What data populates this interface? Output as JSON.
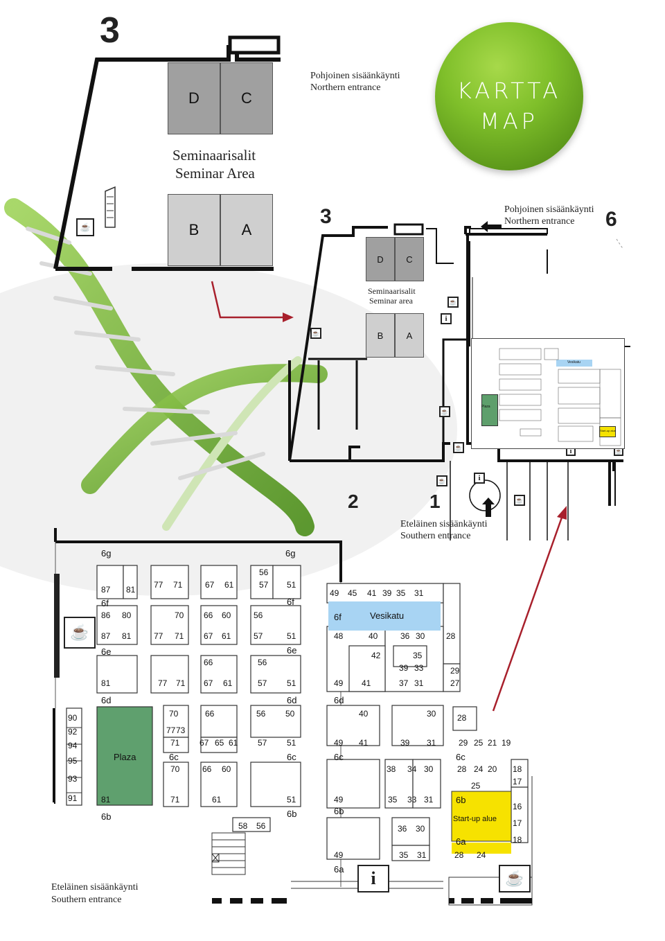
{
  "badge": {
    "line1": "KARTTA",
    "line2": "MAP"
  },
  "top_view": {
    "section_number": "3",
    "north_entrance_fi": "Pohjoinen sisäänkäynti",
    "north_entrance_en": "Northern entrance",
    "rooms": {
      "d": "D",
      "c": "C",
      "b": "B",
      "a": "A"
    },
    "seminar_fi": "Seminaarisalit",
    "seminar_en": "Seminar Area"
  },
  "overview": {
    "section_3": "3",
    "section_6": "6",
    "section_2": "2",
    "section_1": "1",
    "north_entrance_fi": "Pohjoinen sisäänkäynti",
    "north_entrance_en": "Northern entrance",
    "south_entrance_fi": "Eteläinen sisäänkäynti",
    "south_entrance_en": "Southern entrance",
    "rooms": {
      "d": "D",
      "c": "C",
      "b": "B",
      "a": "A"
    },
    "seminar_fi": "Seminaarisalit",
    "seminar_en": "Seminar area",
    "plaza": "Plaza",
    "vesikatu": "Vesikatu",
    "startup": "Start-up alue"
  },
  "detail": {
    "south_entrance_fi": "Eteläinen sisäänkäynti",
    "south_entrance_en": "Southern entrance",
    "plaza": "Plaza",
    "vesikatu": "Vesikatu",
    "startup": "Start-up alue",
    "aisles": [
      {
        "id": "6g",
        "label": "6g"
      },
      {
        "id": "6g-r",
        "label": "6g"
      },
      {
        "id": "6f",
        "label": "6f"
      },
      {
        "id": "6f-r",
        "label": "6f"
      },
      {
        "id": "6f-b",
        "label": "6f"
      },
      {
        "id": "6e",
        "label": "6e"
      },
      {
        "id": "6e-r",
        "label": "6e"
      },
      {
        "id": "6d",
        "label": "6d"
      },
      {
        "id": "6d-r",
        "label": "6d"
      },
      {
        "id": "6d-b",
        "label": "6d"
      },
      {
        "id": "6c",
        "label": "6c"
      },
      {
        "id": "6c-r",
        "label": "6c"
      },
      {
        "id": "6c-b",
        "label": "6c"
      },
      {
        "id": "6c-c",
        "label": "6c"
      },
      {
        "id": "6b",
        "label": "6b"
      },
      {
        "id": "6b-r",
        "label": "6b"
      },
      {
        "id": "6b-b",
        "label": "6b"
      },
      {
        "id": "6b-c",
        "label": "6b"
      },
      {
        "id": "6a",
        "label": "6a"
      },
      {
        "id": "6a-c",
        "label": "6a"
      }
    ],
    "booths": [
      "87",
      "81",
      "77",
      "71",
      "67",
      "61",
      "56",
      "57",
      "51",
      "86",
      "80",
      "70",
      "66",
      "60",
      "56",
      "87",
      "81",
      "77",
      "71",
      "67",
      "61",
      "57",
      "51",
      "66",
      "56",
      "81",
      "77",
      "71",
      "67",
      "61",
      "57",
      "51",
      "49",
      "45",
      "41",
      "39",
      "35",
      "31",
      "48",
      "40",
      "36",
      "30",
      "28",
      "42",
      "35",
      "39",
      "33",
      "29",
      "49",
      "41",
      "37",
      "31",
      "27",
      "40",
      "30",
      "28",
      "49",
      "41",
      "39",
      "31",
      "29",
      "25",
      "21",
      "19",
      "38",
      "34",
      "30",
      "28",
      "24",
      "20",
      "18",
      "25",
      "17",
      "49",
      "35",
      "33",
      "31",
      "16",
      "36",
      "30",
      "17",
      "49",
      "35",
      "31",
      "28",
      "24",
      "18",
      "90",
      "92",
      "94",
      "95",
      "93",
      "91",
      "81",
      "70",
      "77",
      "73",
      "71",
      "66",
      "67",
      "65",
      "61",
      "56",
      "50",
      "57",
      "51",
      "70",
      "66",
      "60",
      "71",
      "61",
      "51",
      "58",
      "56"
    ]
  }
}
